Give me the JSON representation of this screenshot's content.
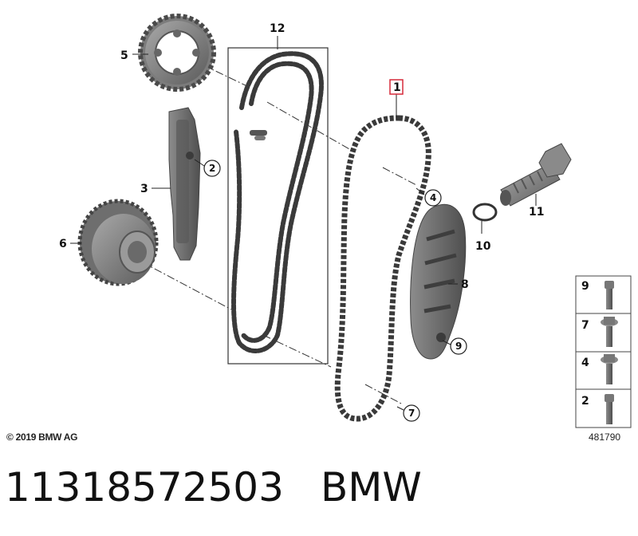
{
  "callouts": {
    "c1": "1",
    "c2": "2",
    "c3": "3",
    "c4": "4",
    "c5": "5",
    "c6": "6",
    "c7": "7",
    "c8": "8",
    "c9": "9",
    "c10": "10",
    "c11": "11",
    "c12": "12"
  },
  "legend": {
    "items": [
      "9",
      "7",
      "4",
      "2"
    ]
  },
  "copyright": "© 2019 BMW AG",
  "image_number": "481790",
  "part_number": "11318572503",
  "brand": "BMW",
  "colors": {
    "highlight": "#d62a3a",
    "part": "#6e6e6e",
    "chain": "#333333"
  }
}
